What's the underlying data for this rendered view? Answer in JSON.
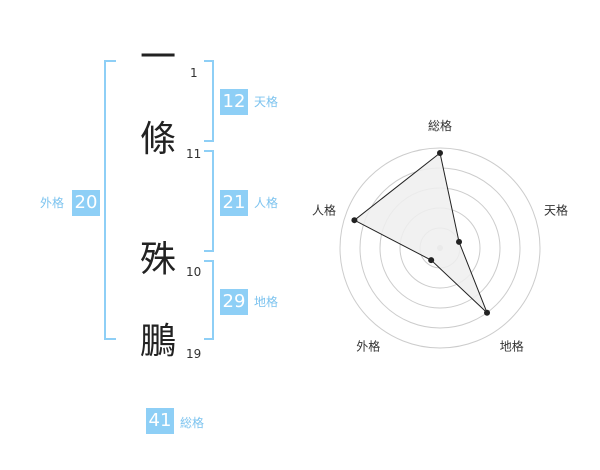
{
  "name": {
    "chars": [
      {
        "char": "一",
        "strokes": "1"
      },
      {
        "char": "條",
        "strokes": "11"
      },
      {
        "char": "殊",
        "strokes": "10"
      },
      {
        "char": "鵬",
        "strokes": "19"
      }
    ]
  },
  "kakusu": {
    "tenkaku": {
      "value": "12",
      "label": "天格"
    },
    "jinkaku": {
      "value": "21",
      "label": "人格"
    },
    "chikaku": {
      "value": "29",
      "label": "地格"
    },
    "gaikaku": {
      "value": "20",
      "label": "外格"
    },
    "soukaku": {
      "value": "41",
      "label": "総格"
    }
  },
  "chart_data": {
    "type": "radar",
    "axes": [
      "総格",
      "天格",
      "地格",
      "外格",
      "人格"
    ],
    "values": [
      0.95,
      0.2,
      0.8,
      0.15,
      0.9
    ],
    "rings": 5,
    "colors": {
      "fill": "#eeeeee",
      "stroke": "#222222",
      "grid": "#cccccc",
      "center": "#cccccc"
    }
  }
}
